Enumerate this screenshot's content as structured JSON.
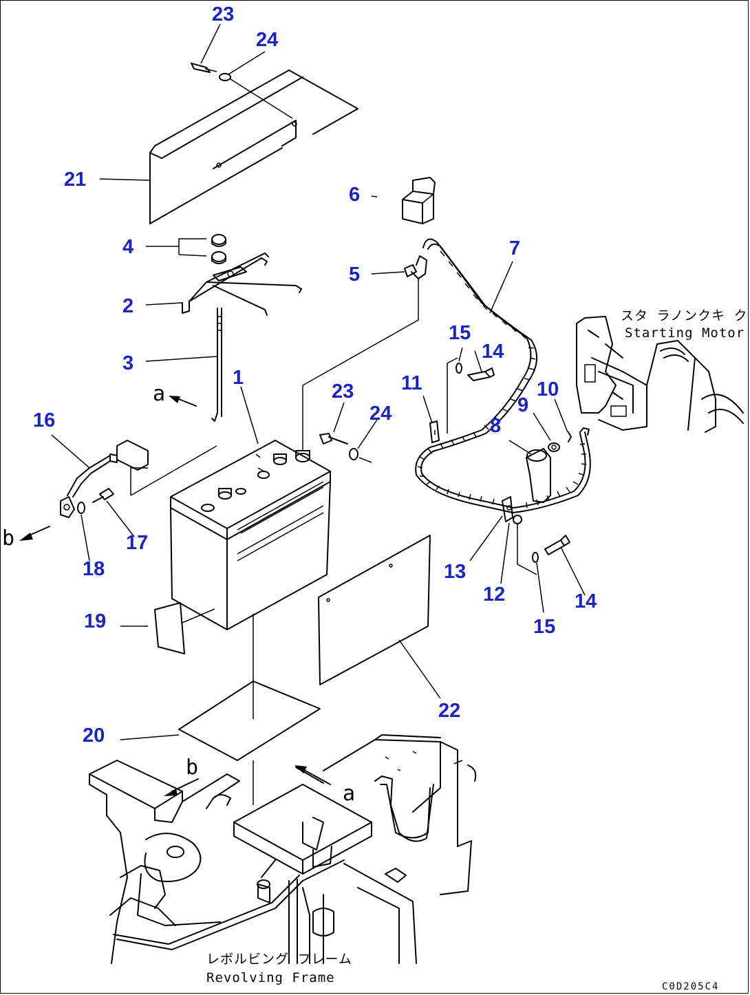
{
  "callouts": {
    "c1": "1",
    "c2": "2",
    "c3": "3",
    "c4": "4",
    "c5": "5",
    "c6": "6",
    "c7": "7",
    "c8": "8",
    "c9": "9",
    "c10": "10",
    "c11": "11",
    "c12": "12",
    "c13": "13",
    "c14a": "14",
    "c14b": "14",
    "c15a": "15",
    "c15b": "15",
    "c16": "16",
    "c17": "17",
    "c18": "18",
    "c19": "19",
    "c20": "20",
    "c21": "21",
    "c22": "22",
    "c23a": "23",
    "c23b": "23",
    "c24a": "24",
    "c24b": "24"
  },
  "labels": {
    "starting_motor_jp": "スタ ラノンクキ ク",
    "starting_motor_en": "Starting Motor",
    "revolving_frame_jp": "レボルビング フレーム",
    "revolving_frame_en": "Revolving Frame",
    "view_a_top": "a",
    "view_a_bottom": "a",
    "view_b_top": "b",
    "view_b_bottom": "b"
  },
  "drawing_code": "C0D205C4",
  "colors": {
    "callout": "#1a23c4",
    "linework": "#000000"
  }
}
